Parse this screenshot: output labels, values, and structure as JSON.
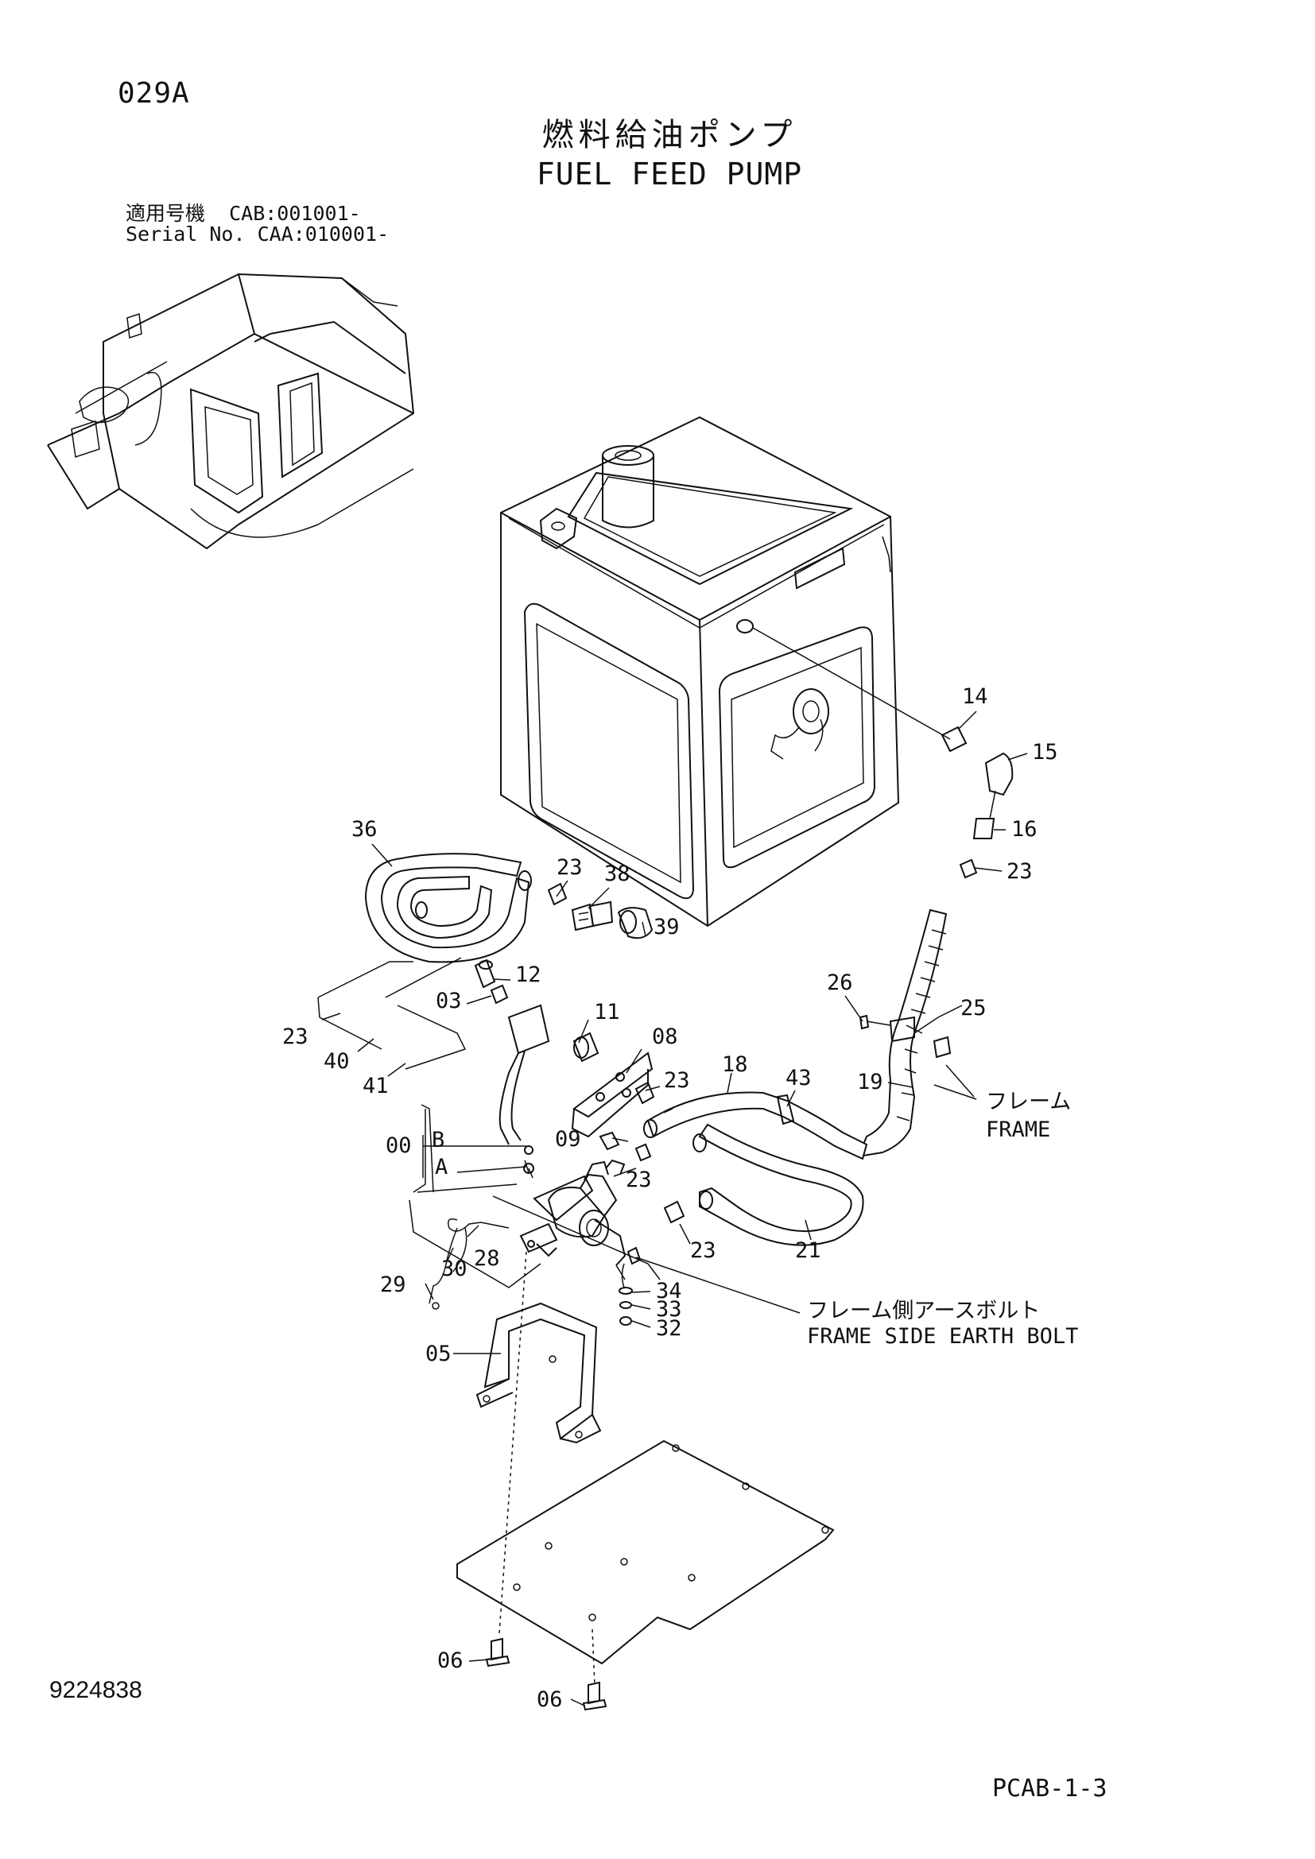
{
  "header": {
    "page_code": "029A",
    "title_jp": "燃料給油ポンプ",
    "title_en": "FUEL FEED PUMP",
    "serial_jp": "適用号機  CAB:001001-",
    "serial_en": "Serial No. CAA:010001-"
  },
  "callouts": {
    "p14": "14",
    "p15": "15",
    "p16": "16",
    "p23_tank": "23",
    "p26": "26",
    "p25": "25",
    "p19": "19",
    "p36": "36",
    "p23_coil": "23",
    "p38": "38",
    "p39": "39",
    "p12": "12",
    "p03": "03",
    "p11": "11",
    "p08": "08",
    "p23_left": "23",
    "p40": "40",
    "p41": "41",
    "p18": "18",
    "p43": "43",
    "p23_plate": "23",
    "p09": "09",
    "p00": "00",
    "pB": "B",
    "pA": "A",
    "p23_pump": "23",
    "p23_hose": "23",
    "p21": "21",
    "p28": "28",
    "p30": "30",
    "p29": "29",
    "p34": "34",
    "p33": "33",
    "p32": "32",
    "p05": "05",
    "p06_left": "06",
    "p06_right": "06"
  },
  "notes": {
    "frame_jp": "フレーム",
    "frame_en": "FRAME",
    "earth_bolt_jp": "フレーム側アースボルト",
    "earth_bolt_en": "FRAME SIDE EARTH BOLT"
  },
  "footer": {
    "drawing_no": "9224838",
    "sheet_ref": "PCAB-1-3"
  },
  "icons": [
    "excavator-overview-icon",
    "fuel-tank-icon",
    "fuel-pump-icon",
    "hose-coil-icon",
    "bracket-icon",
    "floor-plate-icon"
  ]
}
